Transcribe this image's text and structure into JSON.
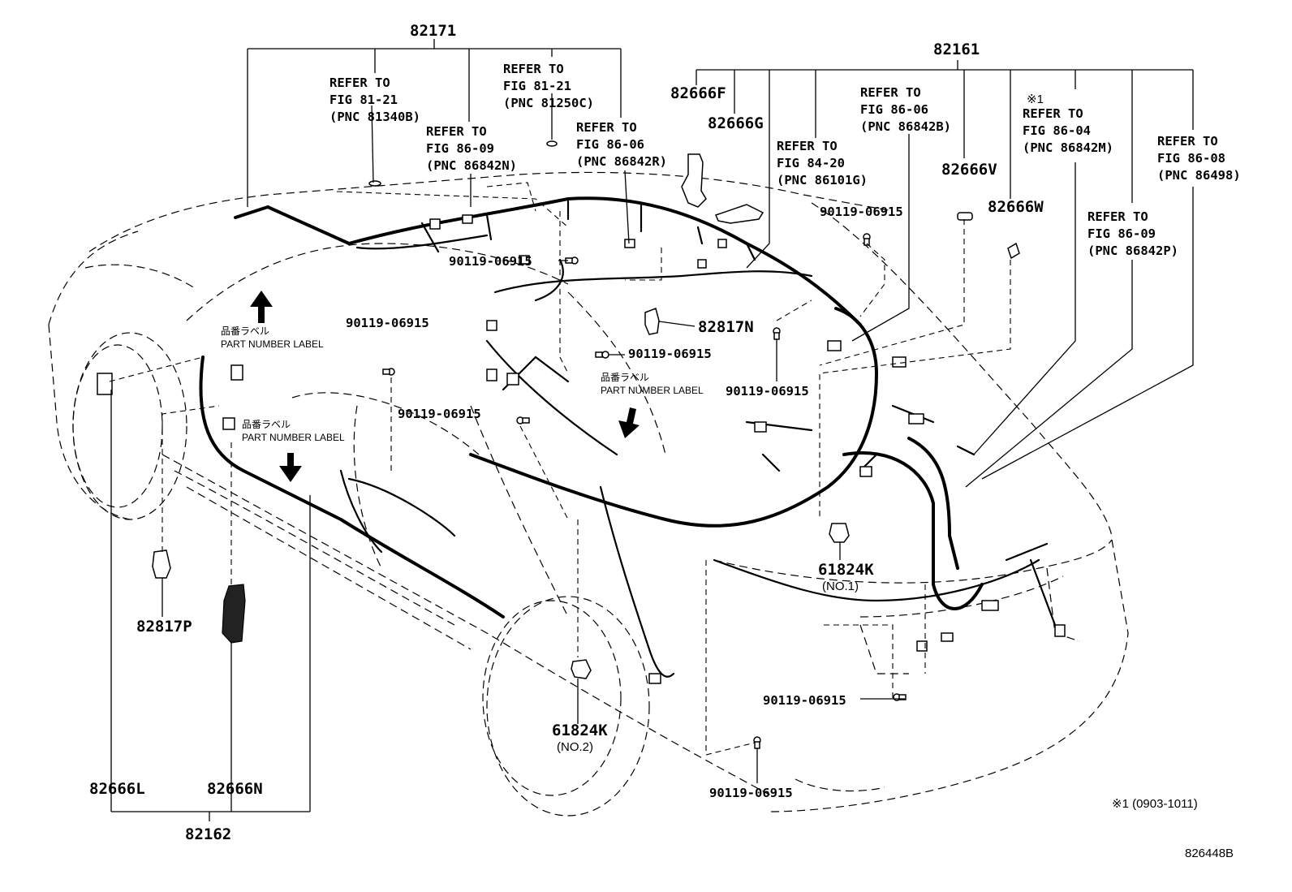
{
  "group_numbers": {
    "top_left_group": "82171",
    "top_right_group": "82161",
    "bottom_group": "82162"
  },
  "part_numbers": {
    "p82666F": "82666F",
    "p82666G": "82666G",
    "p82666V": "82666V",
    "p82666W": "82666W",
    "p82817N": "82817N",
    "p82817P": "82817P",
    "p82666L": "82666L",
    "p82666N": "82666N",
    "p61824K_a": "61824K",
    "p61824K_b": "61824K",
    "no1": "(NO.1)",
    "no2": "(NO.2)"
  },
  "bolt_label": "90119-06915",
  "refer_notes": [
    {
      "line1": "REFER TO",
      "line2": "FIG 81-21",
      "line3": "(PNC 81340B)"
    },
    {
      "line1": "REFER TO",
      "line2": "FIG 81-21",
      "line3": "(PNC 81250C)"
    },
    {
      "line1": "REFER TO",
      "line2": "FIG 86-09",
      "line3": "(PNC 86842N)"
    },
    {
      "line1": "REFER TO",
      "line2": "FIG 86-06",
      "line3": "(PNC 86842R)"
    },
    {
      "line1": "REFER TO",
      "line2": "FIG 84-20",
      "line3": "(PNC 86101G)"
    },
    {
      "line1": "REFER TO",
      "line2": "FIG 86-06",
      "line3": "(PNC 86842B)"
    },
    {
      "line0": "※1",
      "line1": "REFER TO",
      "line2": "FIG 86-04",
      "line3": "(PNC 86842M)"
    },
    {
      "line1": "REFER TO",
      "line2": "FIG 86-08",
      "line3": "(PNC 86498)"
    },
    {
      "line1": "REFER TO",
      "line2": "FIG 86-09",
      "line3": "(PNC 86842P)"
    }
  ],
  "labels": {
    "part_number_label_jp": "品番ラベル",
    "part_number_label_en": "PART NUMBER LABEL"
  },
  "footnote": "※1 (0903-1011)",
  "figure_id": "826448B"
}
